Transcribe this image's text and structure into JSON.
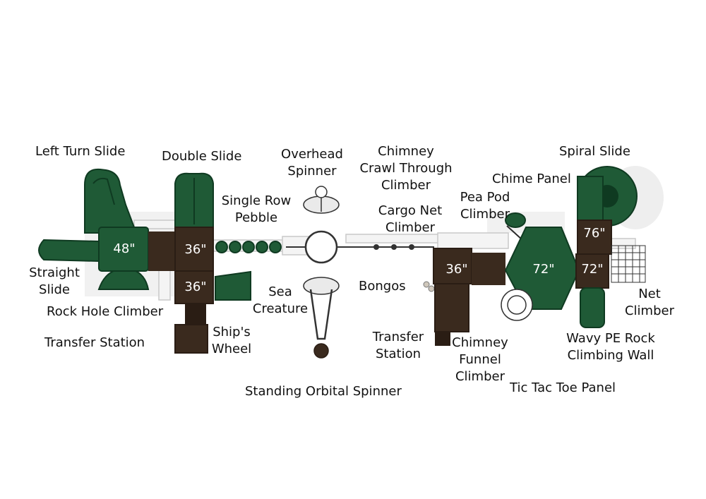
{
  "colors": {
    "deck_brown": "#3a2a1e",
    "deck_brown_dark": "#2a1d14",
    "slide_green": "#1f5a36",
    "slide_green_dark": "#0f3a21",
    "rail_grey": "#d8d8d8",
    "metal_dark": "#2a2a2a"
  },
  "heights": {
    "h48": "48\"",
    "h36a": "36\"",
    "h36b": "36\"",
    "h36c": "36\"",
    "h72a": "72\"",
    "h72b": "72\"",
    "h76": "76\""
  },
  "labels": {
    "left_turn_slide": "Left Turn Slide",
    "double_slide": "Double Slide",
    "overhead_spinner": "Overhead\nSpinner",
    "chimney_crawl": "Chimney\nCrawl Through\nClimber",
    "spiral_slide": "Spiral Slide",
    "chime_panel": "Chime Panel",
    "single_row_pebble": "Single Row\nPebble",
    "pea_pod_climber": "Pea Pod\nClimber",
    "cargo_net_climber": "Cargo Net\nClimber",
    "straight_slide": "Straight\nSlide",
    "sea_creature": "Sea\nCreature",
    "bongos": "Bongos",
    "net_climber": "Net\nClimber",
    "rock_hole_climber": "Rock Hole Climber",
    "ships_wheel": "Ship's\nWheel",
    "transfer_station_left": "Transfer Station",
    "transfer_station_right": "Transfer\nStation",
    "chimney_funnel": "Chimney\nFunnel\nClimber",
    "wavy_pe_rock": "Wavy PE Rock\nClimbing Wall",
    "standing_orbital": "Standing Orbital Spinner",
    "tic_tac_toe": "Tic Tac Toe Panel"
  }
}
